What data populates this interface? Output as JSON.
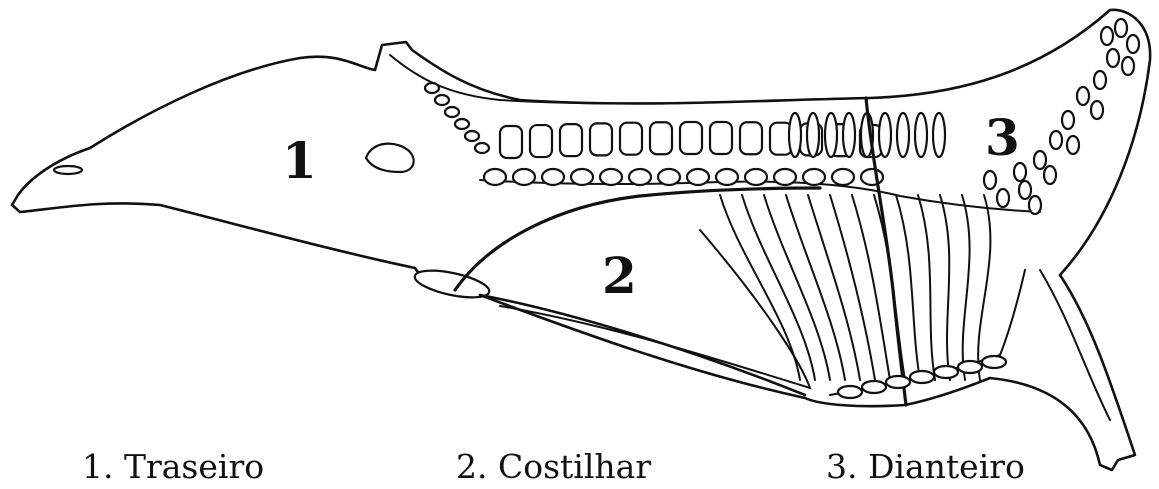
{
  "regions": [
    {
      "number": "1",
      "caption": "1. Traseiro"
    },
    {
      "number": "2",
      "caption": "2. Costilhar"
    },
    {
      "number": "3",
      "caption": "3. Dianteiro"
    }
  ]
}
